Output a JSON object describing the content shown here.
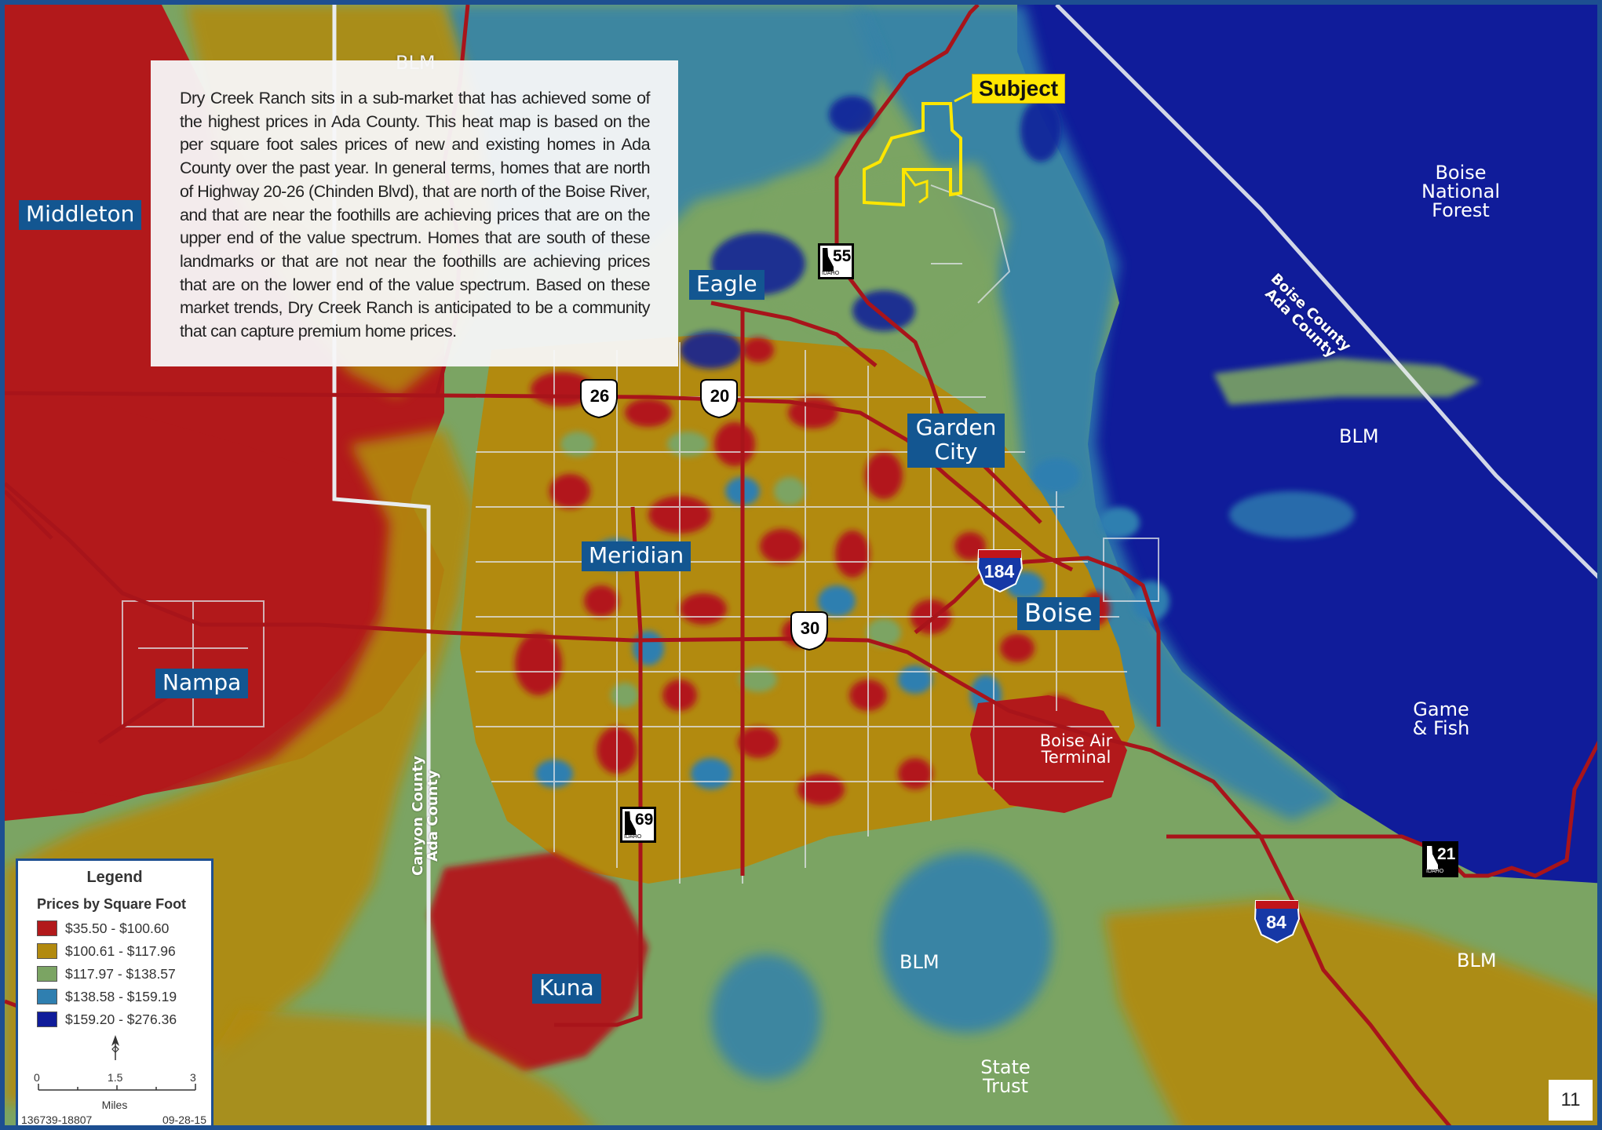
{
  "info_text": "Dry Creek Ranch sits in a sub-market that has achieved some of the highest prices in Ada County. This heat map is based on the per square foot sales prices of new and existing homes in Ada County over the past year. In general terms, homes that are north of Highway 20-26 (Chinden Blvd), that are north of the Boise River, and that are near the foothills are achieving prices that are on the upper end of the value spectrum. Homes that are south of these landmarks or that are not near the foothills are achieving prices that are on the lower end of the value spectrum. Based on these market trends, Dry Creek Ranch is anticipated to be a community that can capture premium home prices.",
  "subject_label": "Subject",
  "cities": {
    "middleton": "Middleton",
    "eagle": "Eagle",
    "garden_city": "Garden City",
    "meridian": "Meridian",
    "boise": "Boise",
    "nampa": "Nampa",
    "kuna": "Kuna"
  },
  "areas": {
    "blm_top": "BLM",
    "boise_forest": "Boise\nNational\nForest",
    "blm_east": "BLM",
    "game_fish": "Game\n& Fish",
    "airport": "Boise Air\nTerminal",
    "blm_south": "BLM",
    "blm_southeast": "BLM",
    "state_trust": "State\nTrust"
  },
  "county_lines": {
    "boise_ada": "Boise County\nAda County",
    "canyon_ada": "Canyon County\nAda County"
  },
  "routes": {
    "us26": "26",
    "us20": "20",
    "us30": "30",
    "id55": "55",
    "id69": "69",
    "id21": "21",
    "i184": "184",
    "i84": "84",
    "state_caption": "IDAHO"
  },
  "legend": {
    "title": "Legend",
    "subtitle": "Prices by Square Foot",
    "items": [
      {
        "label": "$35.50 - $100.60",
        "color": "#b2191b"
      },
      {
        "label": "$100.61 - $117.96",
        "color": "#b28a0f"
      },
      {
        "label": "$117.97 - $138.57",
        "color": "#7ba463"
      },
      {
        "label": "$138.58 - $159.19",
        "color": "#2f7fb0"
      },
      {
        "label": "$159.20 - $276.36",
        "color": "#101c9a"
      }
    ],
    "scale": {
      "zero": "0",
      "mid": "1.5",
      "max": "3",
      "unit": "Miles"
    },
    "id": "136739-18807",
    "date": "09-28-15"
  },
  "page_number": "11"
}
